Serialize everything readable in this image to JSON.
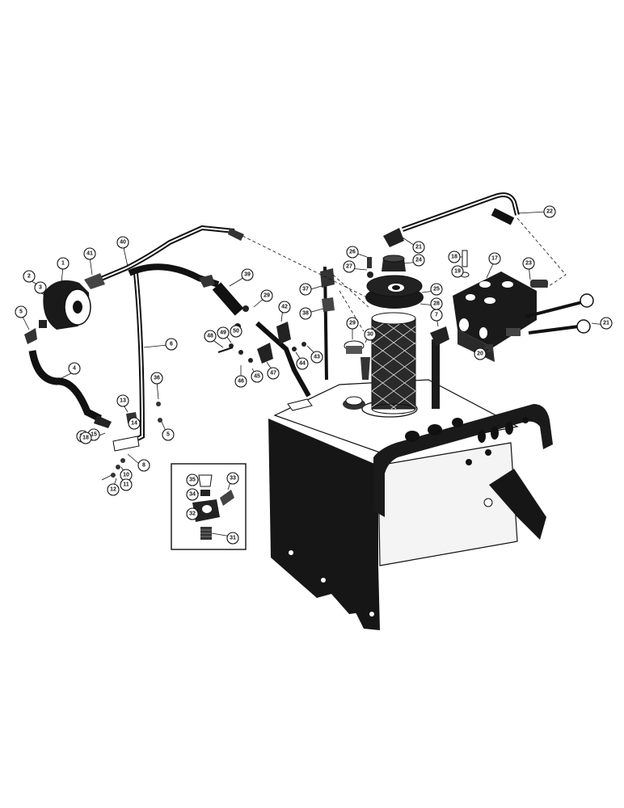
{
  "diagram": {
    "callouts": [
      "1",
      "2",
      "3",
      "4",
      "5",
      "6",
      "7",
      "8",
      "10",
      "11",
      "12",
      "13",
      "14",
      "15",
      "16",
      "18",
      "19",
      "20",
      "21",
      "22",
      "23",
      "24",
      "25",
      "26",
      "27",
      "28",
      "29",
      "30",
      "31",
      "32",
      "33",
      "34",
      "35",
      "36",
      "37",
      "38",
      "39",
      "40",
      "41",
      "42",
      "43",
      "44",
      "45",
      "46",
      "47",
      "48",
      "49",
      "50"
    ]
  },
  "colors": {
    "ink": "#111111",
    "paper": "#ffffff",
    "mesh": "#2a2a2a"
  }
}
